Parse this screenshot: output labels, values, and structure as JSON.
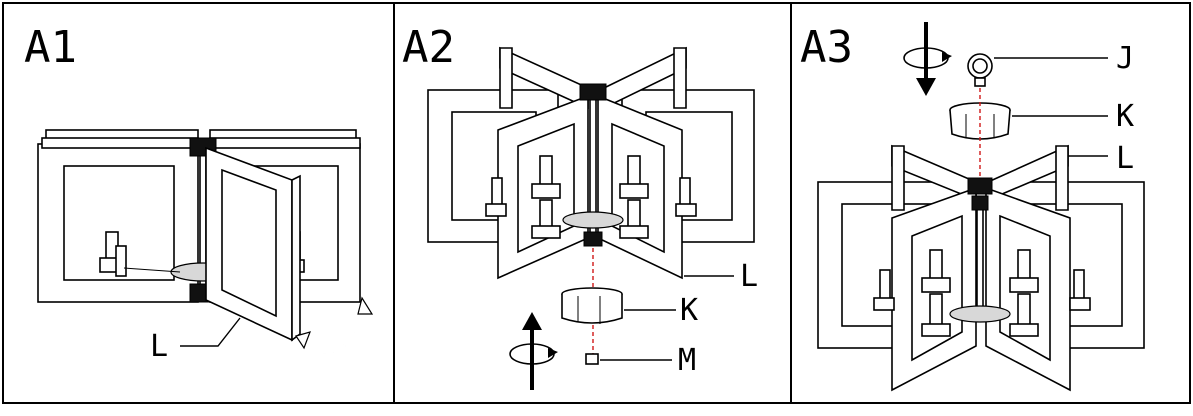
{
  "panels": [
    {
      "id": "A1",
      "labels": [
        "L"
      ]
    },
    {
      "id": "A2",
      "labels": [
        "L",
        "K",
        "M"
      ]
    },
    {
      "id": "A3",
      "labels": [
        "J",
        "K",
        "L"
      ]
    }
  ],
  "colors": {
    "line": "#000000",
    "axis_dash": "#d01818",
    "background": "#ffffff"
  },
  "icons": [
    "rotate-arrow-icon",
    "up-arrow-icon",
    "down-arrow-icon",
    "swing-arrow-icon"
  ]
}
